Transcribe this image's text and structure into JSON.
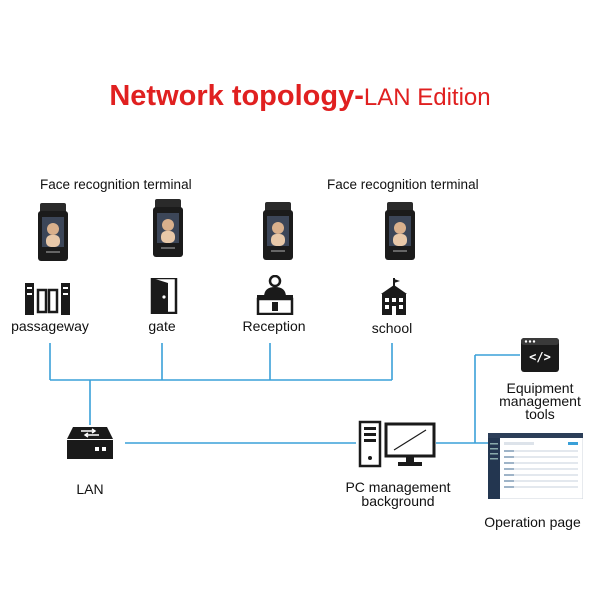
{
  "title": {
    "main": "Network topology-",
    "sub": "LAN Edition"
  },
  "terminal_group_labels": [
    "Face recognition terminal",
    "Face recognition terminal"
  ],
  "terminal_icon": "face-recognition-terminal-icon",
  "scenes": [
    {
      "label": "passageway",
      "icon": "turnstile-icon"
    },
    {
      "label": "gate",
      "icon": "door-icon"
    },
    {
      "label": "Reception",
      "icon": "reception-desk-icon"
    },
    {
      "label": "school",
      "icon": "school-building-icon"
    }
  ],
  "lan": {
    "label": "LAN",
    "icon": "network-switch-icon"
  },
  "pc": {
    "label_line1": "PC management",
    "label_line2": "background",
    "icon": "desktop-computer-icon"
  },
  "tools": {
    "label_line1": "Equipment",
    "label_line2": "management",
    "label_line3": "tools",
    "icon": "code-window-icon",
    "glyph": "</>"
  },
  "operation": {
    "label": "Operation page",
    "icon": "dashboard-screen-icon"
  },
  "colors": {
    "title": "#e02020",
    "line": "#3aa0d8",
    "icon": "#1a1a1a"
  }
}
